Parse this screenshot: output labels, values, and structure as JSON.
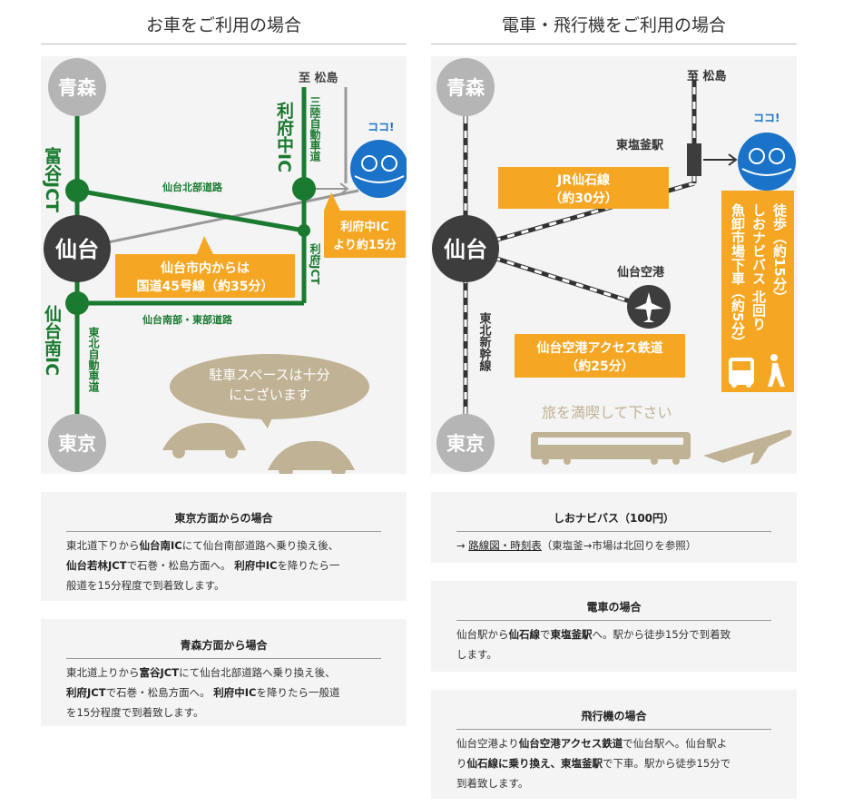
{
  "left": {
    "title": "お車をご利用の場合",
    "map": {
      "aomori": "青森",
      "sendai": "仙台",
      "tokyo": "東京",
      "tomiya_jct": "富谷JCT",
      "sendai_minami_ic": "仙台南IC",
      "rifu_naka_ic": "利府中IC",
      "rifu_jct": "利府JCT",
      "sanriku": "三陸自動車道",
      "tohoku_exp": "東北自動車道",
      "hokubu": "仙台北部道路",
      "nanbu": "仙台南部・東部道路",
      "to_matsushima": "至 松島",
      "koko": "ココ!",
      "callout_line1": "仙台市内からは",
      "callout_line2": "国道45号線（約35分）",
      "ic_note_line1": "利府中IC",
      "ic_note_line2": "より約15分",
      "bubble_line1": "駐車スペースは十分",
      "bubble_line2": "にございます"
    },
    "boxes": [
      {
        "title": "東京方面からの場合",
        "p1_a": "東北道下りから",
        "p1_b": "仙台南IC",
        "p1_c": "にて仙台南部道路へ乗り換え後、",
        "p2_a": "仙台若林JCT",
        "p2_b": "で石巻・松島方面へ。 ",
        "p2_c": "利府中IC",
        "p2_d": "を降りたら一",
        "p3": "般道を15分程度で到着致します。"
      },
      {
        "title": "青森方面から場合",
        "p1_a": "東北道上りから",
        "p1_b": "富谷JCT",
        "p1_c": "にて仙台北部道路へ乗り換え後、",
        "p2_a": "利府JCT",
        "p2_b": "で石巻・松島方面へ。 ",
        "p2_c": "利府中IC",
        "p2_d": "を降りたら一般道",
        "p3": "を15分程度で到着致します。"
      }
    ]
  },
  "right": {
    "title": "電車・飛行機をご利用の場合",
    "map": {
      "aomori": "青森",
      "sendai": "仙台",
      "tokyo": "東京",
      "to_matsushima": "至 松島",
      "higashi_shiogama": "東塩釜駅",
      "koko": "ココ!",
      "senseki_line1": "JR仙石線",
      "senseki_line2": "（約30分）",
      "airport": "仙台空港",
      "shinkansen": "東北新幹線",
      "access_line1": "仙台空港アクセス鉄道",
      "access_line2": "（約25分）",
      "walk_col1": "徒歩（約15分）",
      "walk_col2": "しおナビバス 北回り",
      "walk_col3": "魚卸市場下車（約5分）",
      "enjoy": "旅を満喫して下さい"
    },
    "boxes": [
      {
        "title": "しおナビバス（100円）",
        "arrow": "→ ",
        "link": "路線図・時刻表",
        "rest": "（東塩釜→市場は北回りを参照）"
      },
      {
        "title": "電車の場合",
        "p1_a": "仙台駅から",
        "p1_b": "仙石線",
        "p1_c": "で",
        "p1_d": "東塩釜駅",
        "p1_e": "へ。駅から徒歩15分で到着致",
        "p2": "します。"
      },
      {
        "title": "飛行機の場合",
        "p1_a": "仙台空港より",
        "p1_b": "仙台空港アクセス鉄道",
        "p1_c": "で仙台駅へ。仙台駅よ",
        "p2_a": "り",
        "p2_b": "仙石線に乗り換え、東塩釜駅",
        "p2_c": "で下車。駅から徒歩15分で",
        "p3": "到着致します。"
      }
    ]
  },
  "colors": {
    "green": "#1a7a30",
    "orange": "#f5a623",
    "dark_circle": "#3d3d3d",
    "grey_circle": "#b5b5b5",
    "blue": "#1a73c8",
    "tan": "#c0b294",
    "panel": "#f4f4f4"
  }
}
